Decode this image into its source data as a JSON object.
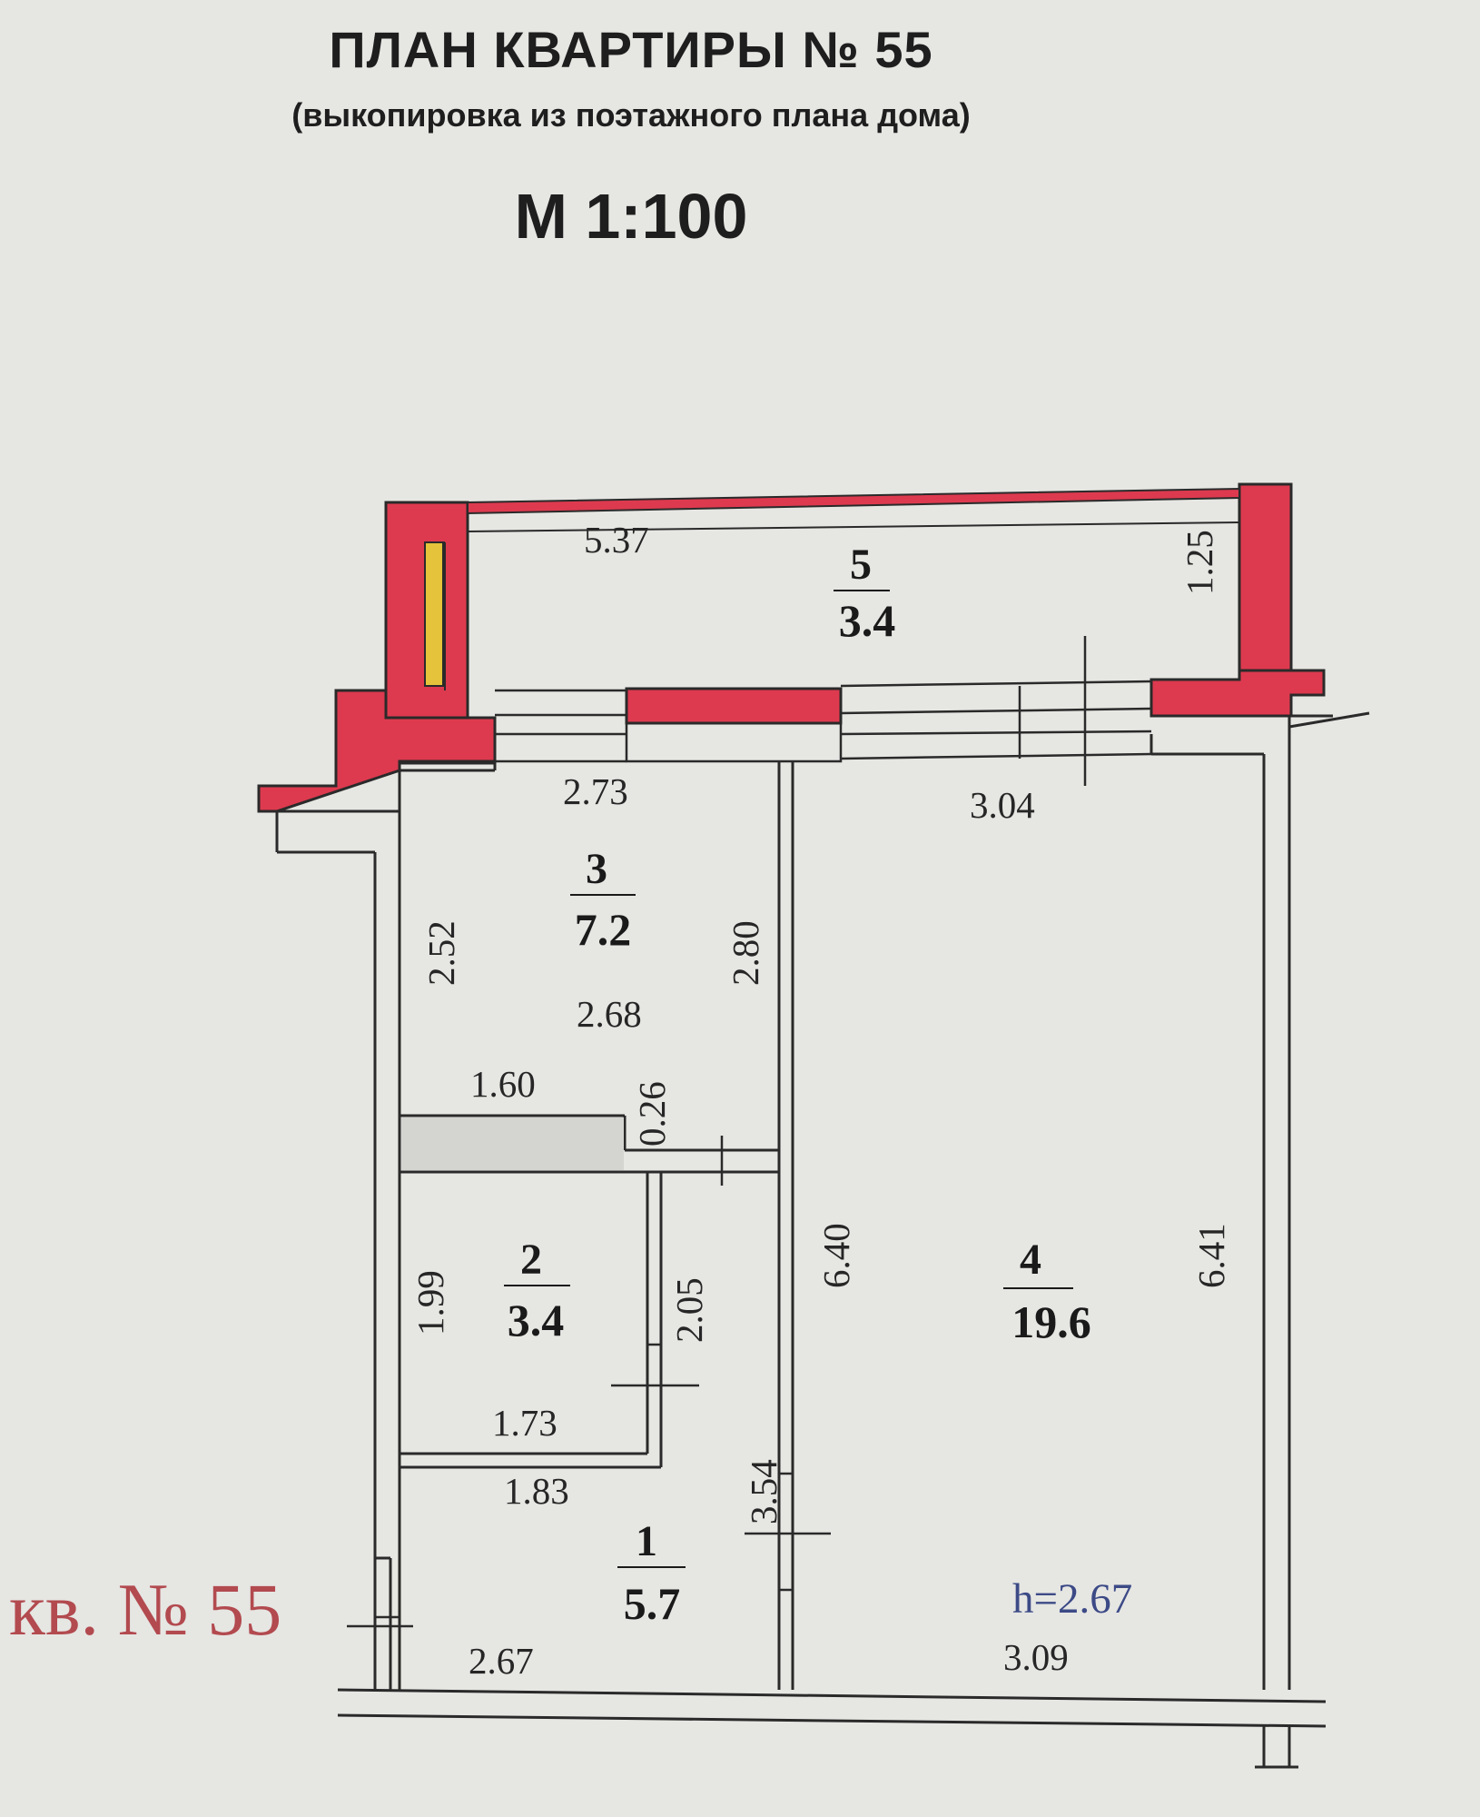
{
  "header": {
    "title": "ПЛАН КВАРТИРЫ №   55",
    "subtitle": "(выкопировка из поэтажного плана дома)",
    "scale": "М 1:100"
  },
  "apartment_stamp": "кв. № 55",
  "ceiling_height": "h=2.67",
  "rooms": [
    {
      "number": "1",
      "area": "5.7"
    },
    {
      "number": "2",
      "area": "3.4"
    },
    {
      "number": "3",
      "area": "7.2"
    },
    {
      "number": "4",
      "area": "19.6"
    },
    {
      "number": "5",
      "area": "3.4"
    }
  ],
  "dimensions": {
    "balcony_length": "5.37",
    "balcony_depth": "1.25",
    "room3_top": "2.73",
    "room4_top": "3.04",
    "room3_left": "2.52",
    "room3_right": "2.80",
    "room3_bottom": "2.68",
    "closet_width": "1.60",
    "closet_depth": "0.26",
    "room2_left": "1.99",
    "room2_right": "2.05",
    "room2_bottom": "1.73",
    "room1_top": "1.83",
    "room1_right": "3.54",
    "room1_bottom": "2.67",
    "room4_left": "6.40",
    "room4_right": "6.41",
    "room4_bottom": "3.09"
  },
  "colors": {
    "wall_fill": "#dd3a4f",
    "wall_line": "#2a2a2a",
    "background": "#e6e6e3",
    "highlight": "#e5c33a"
  }
}
